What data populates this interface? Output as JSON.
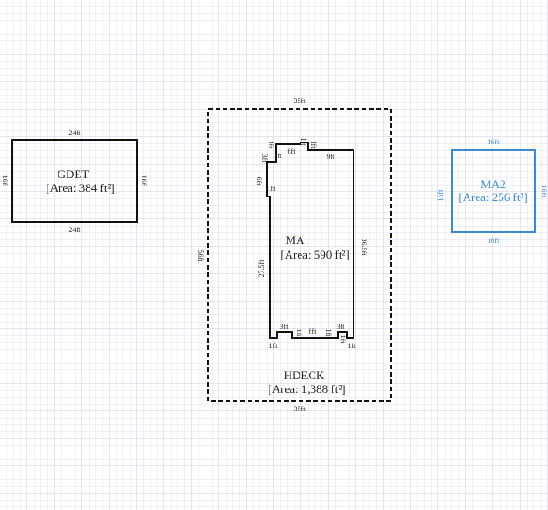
{
  "colors": {
    "wall": "#111111",
    "ma2": "#3a8ad8",
    "grid_minor": "#e3e3ef",
    "grid_major": "#c9c9dc"
  },
  "shapes": {
    "gdet": {
      "name": "GDET",
      "area": "[Area: 384 ft²]",
      "top": "24ft",
      "bottom": "24ft",
      "left": "16ft",
      "right": "16ft"
    },
    "hdeck": {
      "name": "HDECK",
      "area": "[Area: 1,388 ft²]",
      "top": "35ft",
      "bottom": "35ft",
      "left": "56ft"
    },
    "ma": {
      "name": "MA",
      "area": "[Area: 590 ft²]",
      "left": "27.5ft",
      "right": "36.5ft",
      "top_labels": [
        "1ft",
        "6ft",
        "1ft",
        "9ft",
        "1ft",
        "3ft",
        "1ft",
        "6ft",
        "1ft"
      ],
      "bottom_labels": [
        "3ft",
        "1ft",
        "8ft",
        "1ft",
        "3ft",
        "1ft",
        "1ft",
        "1ft"
      ]
    },
    "ma2": {
      "name": "MA2",
      "area": "[Area: 256 ft²]",
      "top": "16ft",
      "bottom": "16ft",
      "left": "16ft",
      "right": "16ft"
    }
  }
}
